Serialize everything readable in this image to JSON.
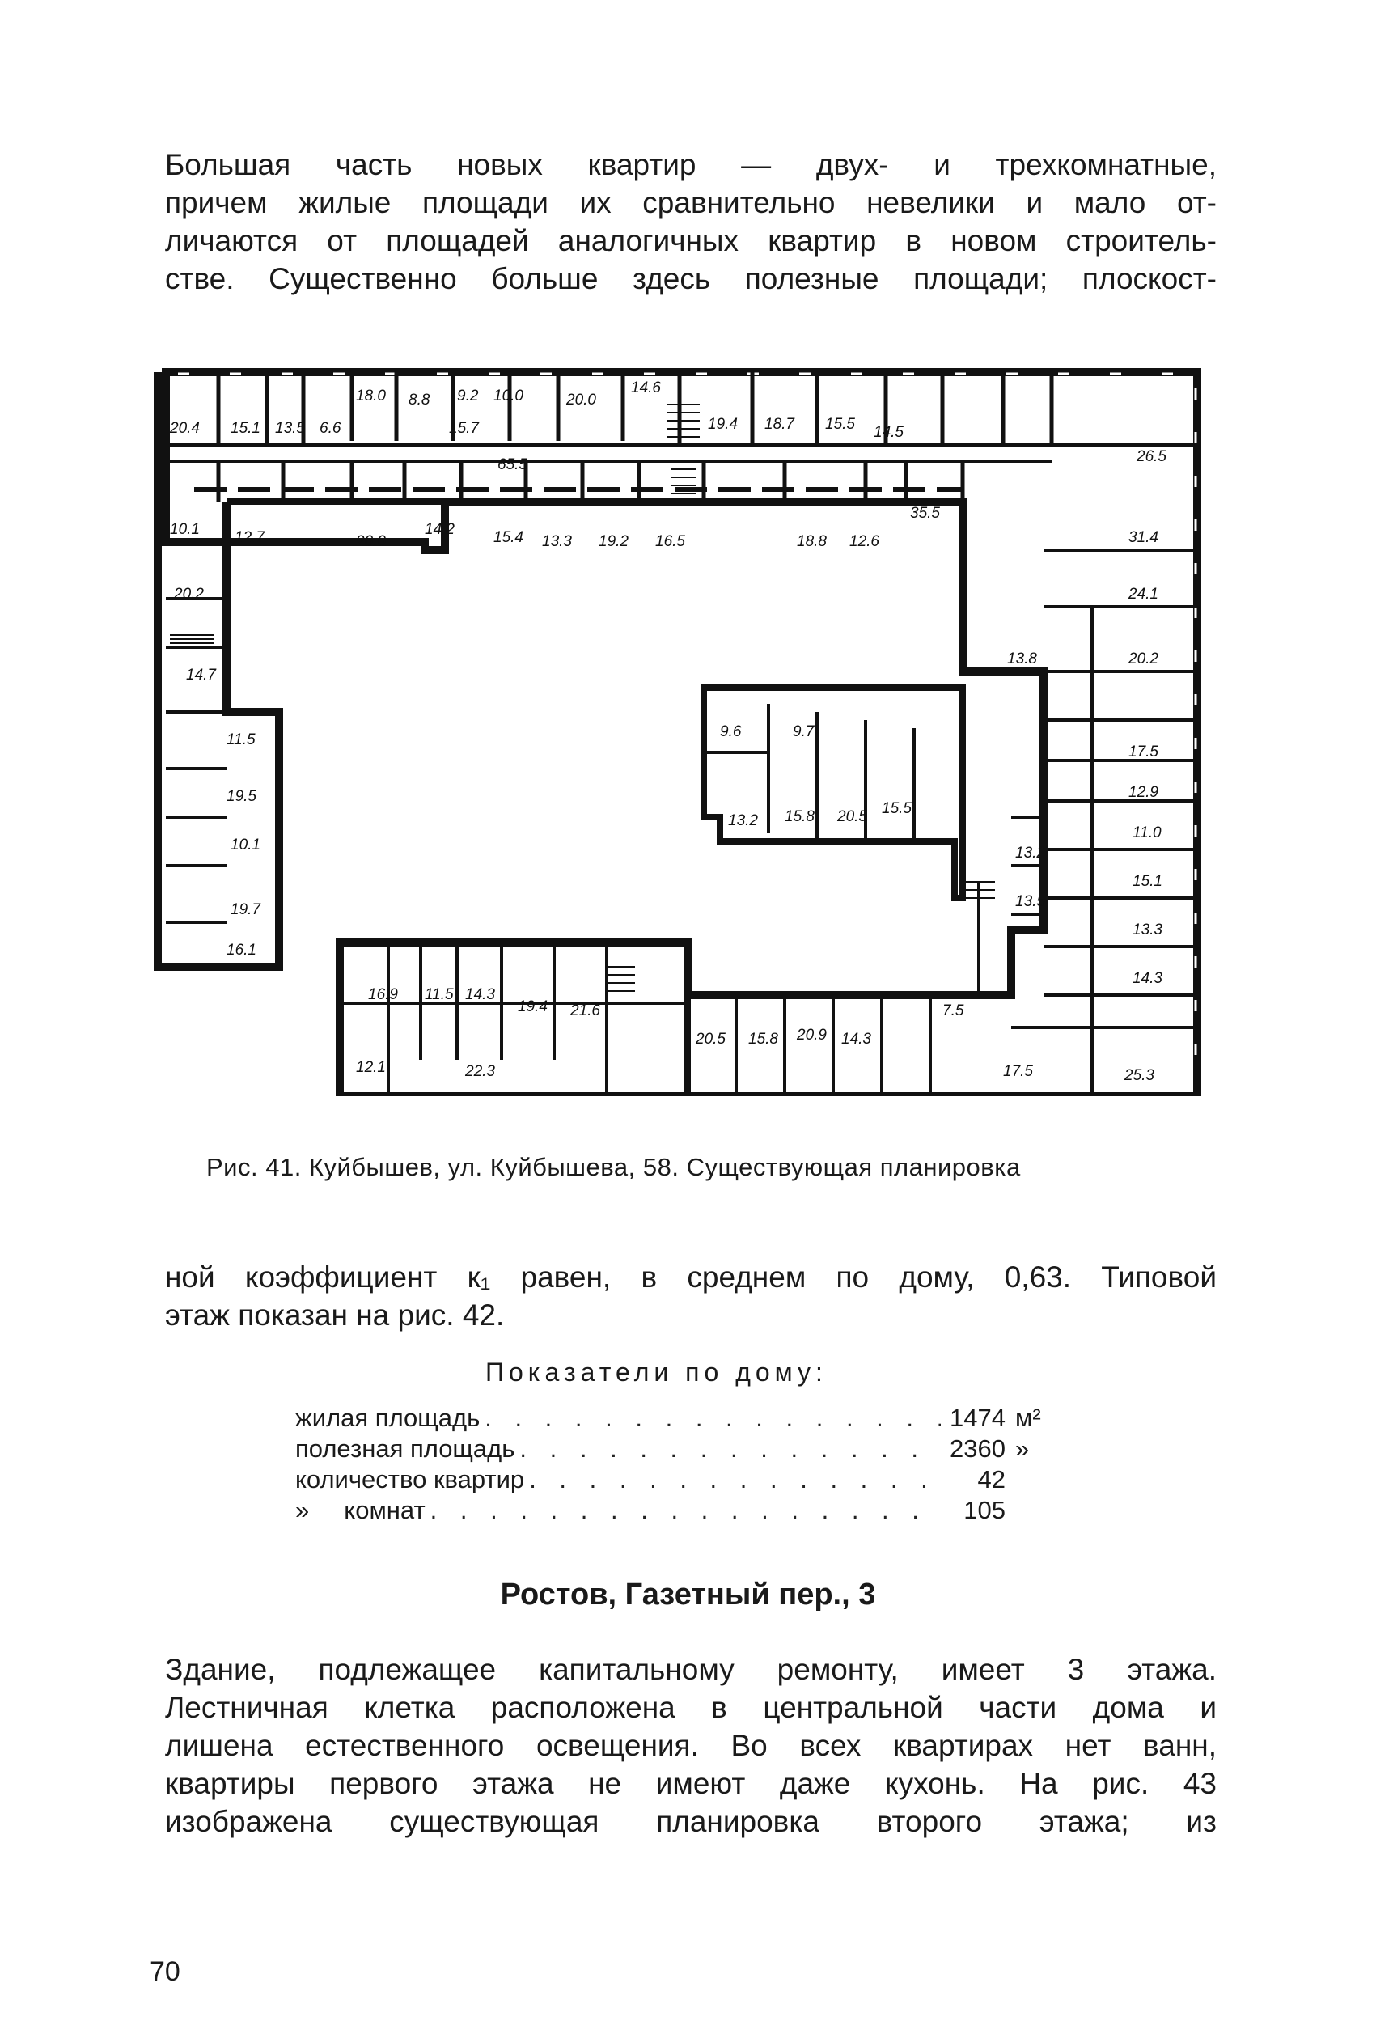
{
  "paragraph_top": {
    "lines": [
      "Большая часть новых квартир — двух- и трехкомнатные,",
      "причем жилые площади их сравнительно невелики и мало от-",
      "личаются от площадей аналогичных квартир в новом строитель-",
      "стве. Существенно больше здесь полезные площади; плоскост-"
    ]
  },
  "figure": {
    "caption": "Рис. 41. Куйбышев, ул. Куйбышева, 58. Существующая планировка",
    "room_labels": [
      "20.4",
      "15.1",
      "13.5",
      "18.0",
      "6.6",
      "8.8",
      "15.7",
      "9.2",
      "10.0",
      "20.0",
      "14.6",
      "19.4",
      "18.7",
      "15.5",
      "14.5",
      "26.5",
      "65.5",
      "10.1",
      "12.7",
      "20.0",
      "14.2",
      "15.4",
      "13.3",
      "19.2",
      "16.5",
      "18.8",
      "12.6",
      "35.5",
      "31.4",
      "20.2",
      "24.1",
      "14.7",
      "13.8",
      "20.2",
      "9.6",
      "9.7",
      "13.2",
      "15.8",
      "20.5",
      "15.5",
      "17.5",
      "12.9",
      "11.0",
      "11.5",
      "19.5",
      "10.1",
      "19.7",
      "16.1",
      "13.2",
      "15.1",
      "13.5",
      "13.3",
      "14.3",
      "16.9",
      "11.5",
      "14.3",
      "19.4",
      "21.6",
      "12.1",
      "22.3",
      "20.5",
      "15.8",
      "20.9",
      "14.3",
      "7.5",
      "17.5",
      "25.3"
    ]
  },
  "paragraph_middle": {
    "lines": [
      "ной коэффициент к₁ равен, в среднем по дому, 0,63. Типовой",
      "этаж показан на рис. 42."
    ]
  },
  "stats": {
    "heading": "Показатели по дому:",
    "rows": [
      {
        "label": "жилая площадь",
        "value": "1474",
        "unit": "м²"
      },
      {
        "label": "полезная площадь",
        "value": "2360",
        "unit": "»"
      },
      {
        "label": "количество квартир",
        "value": "42",
        "unit": ""
      },
      {
        "label": "»     комнат",
        "value": "105",
        "unit": ""
      }
    ]
  },
  "section": {
    "title": "Ростов, Газетный пер., 3",
    "lines": [
      "Здание, подлежащее капитальному ремонту, имеет 3 этажа.",
      "Лестничная клетка расположена в центральной части дома и",
      "лишена естественного освещения. Во всех квартирах нет ванн,",
      "квартиры первого этажа не имеют даже кухонь. На рис. 43",
      "изображена существующая планировка второго этажа; из"
    ]
  },
  "page_number": "70"
}
